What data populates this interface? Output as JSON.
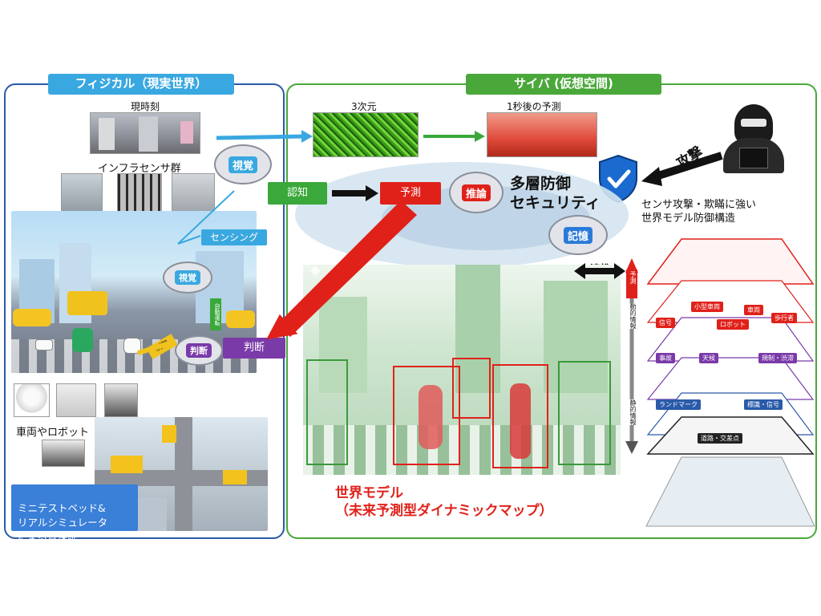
{
  "physical": {
    "header": "フィジカル（現実世界）",
    "current_time": "現時刻",
    "infra_sensors": "インフラセンサ群",
    "sensing": "センシング",
    "vehicles_robots": "車両やロボット",
    "testbed": "ミニテストベッド&\nリアルシミュレータ\nによる質保証",
    "vision": "視覚",
    "judgement": "判断",
    "judgement_tag": "判断",
    "control": "制御",
    "auto_drive": "自動運転",
    "header_color": "#3aa8e0",
    "frame_color": "#2a5aa8"
  },
  "cyber": {
    "header": "サイバ (仮想空間)",
    "three_d": "3次元",
    "one_sec_prediction": "1秒後の予測",
    "recognition": "認知",
    "prediction": "予測",
    "inference": "推論",
    "memory": "記憶",
    "multilayer_line1": "多層防御",
    "multilayer_line2": "セキュリティ",
    "attack": "攻撃",
    "defense_line1": "センサ攻撃・欺瞞に強い",
    "defense_line2": "世界モデル防御構造",
    "link": "連携",
    "prediction_result": "予測結果",
    "world_model_line1": "世界モデル",
    "world_model_line2": "（未来予測型ダイナミックマップ）",
    "header_color": "#4aa83a",
    "frame_color": "#4aa83a",
    "accent_red": "#e0211a"
  },
  "layers": {
    "prediction": "予測",
    "dynamic_info": "動的情報",
    "static_info": "静的情報",
    "small_vehicle": "小型車両",
    "vehicle": "車両",
    "signal": "信号",
    "robot": "ロボット",
    "pedestrian": "歩行者",
    "accident": "事故",
    "weather": "天候",
    "regulation": "規制・渋滞",
    "landmark": "ランドマーク",
    "sign_signal": "標識・信号",
    "road_intersection": "道路・交差点"
  }
}
